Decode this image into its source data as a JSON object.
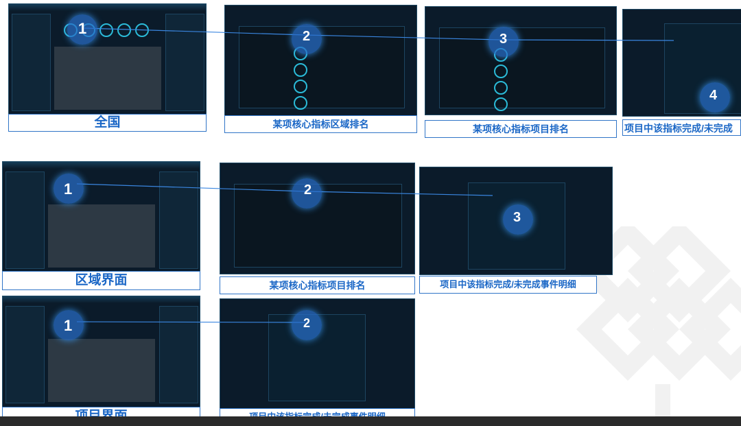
{
  "title": "社区综合治理数据看板流程",
  "rows": [
    {
      "captions": [
        "全国",
        "某项核心指标区域排名",
        "某项核心指标项目排名",
        "项目中该指标完成/未完成"
      ],
      "steps": [
        "1",
        "2",
        "3",
        "4"
      ]
    },
    {
      "captions": [
        "区域界面",
        "某项核心指标项目排名",
        "项目中该指标完成/未完成事件明细"
      ],
      "steps": [
        "1",
        "2",
        "3"
      ]
    },
    {
      "captions": [
        "项目界面",
        "项目中该指标完成/未完成事件明细"
      ],
      "steps": [
        "1",
        "2"
      ]
    }
  ],
  "colors": {
    "accent": "#2f74c7",
    "panel": "#0b1b2a",
    "caption": "#1b67c6"
  }
}
